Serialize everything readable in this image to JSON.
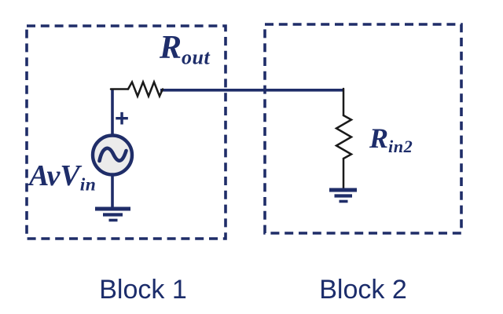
{
  "diagram": {
    "type": "circuit-schematic",
    "background_color": "#ffffff"
  },
  "colors": {
    "wire_navy": "#1f2d68",
    "component_black": "#1a1a1a",
    "source_fill": "#ebebeb",
    "text_navy": "#1c2d6b"
  },
  "blocks": [
    {
      "caption": "Block 1"
    },
    {
      "caption": "Block 2"
    }
  ],
  "labels": {
    "r_out": {
      "base": "R",
      "sub": "out"
    },
    "av_vin": {
      "base": "AvV",
      "sub": "in"
    },
    "r_in2": {
      "base": "R",
      "sub": "in2"
    },
    "source_polarity": "+"
  },
  "symbols": {
    "source": "ac-voltage-source",
    "r_out": "resistor-zigzag-horizontal",
    "r_in2": "resistor-zigzag-vertical",
    "ground_block1": "earth-ground",
    "ground_block2": "earth-ground"
  }
}
